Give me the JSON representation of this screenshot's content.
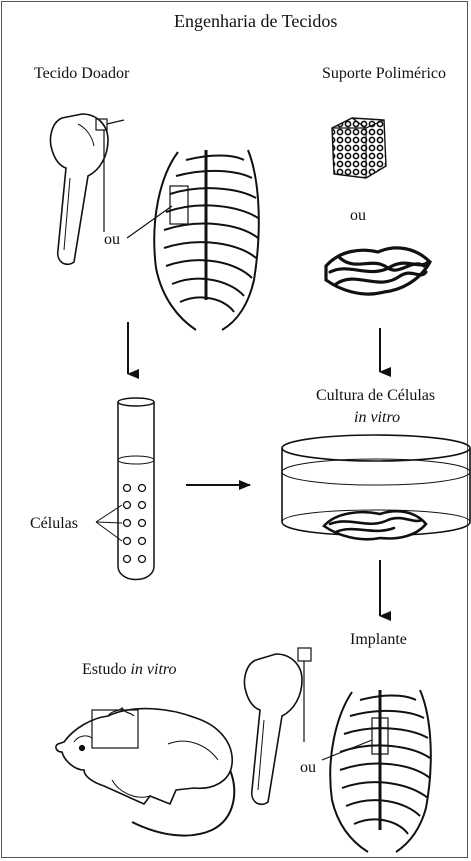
{
  "title": "Engenharia de Tecidos",
  "labels": {
    "donor_tissue": "Tecido Doador",
    "polymer_support": "Suporte Polimérico",
    "or_support": "ou",
    "or_donor": "ou",
    "cells": "Células",
    "culture_line1": "Cultura de Células",
    "culture_line2": "in vitro",
    "implant": "Implante",
    "study_prefix": "Estudo",
    "study_italic": "in vitro",
    "or_implant": "ou"
  },
  "colors": {
    "ink": "#111111",
    "frame": "#555555",
    "background": "#ffffff"
  }
}
